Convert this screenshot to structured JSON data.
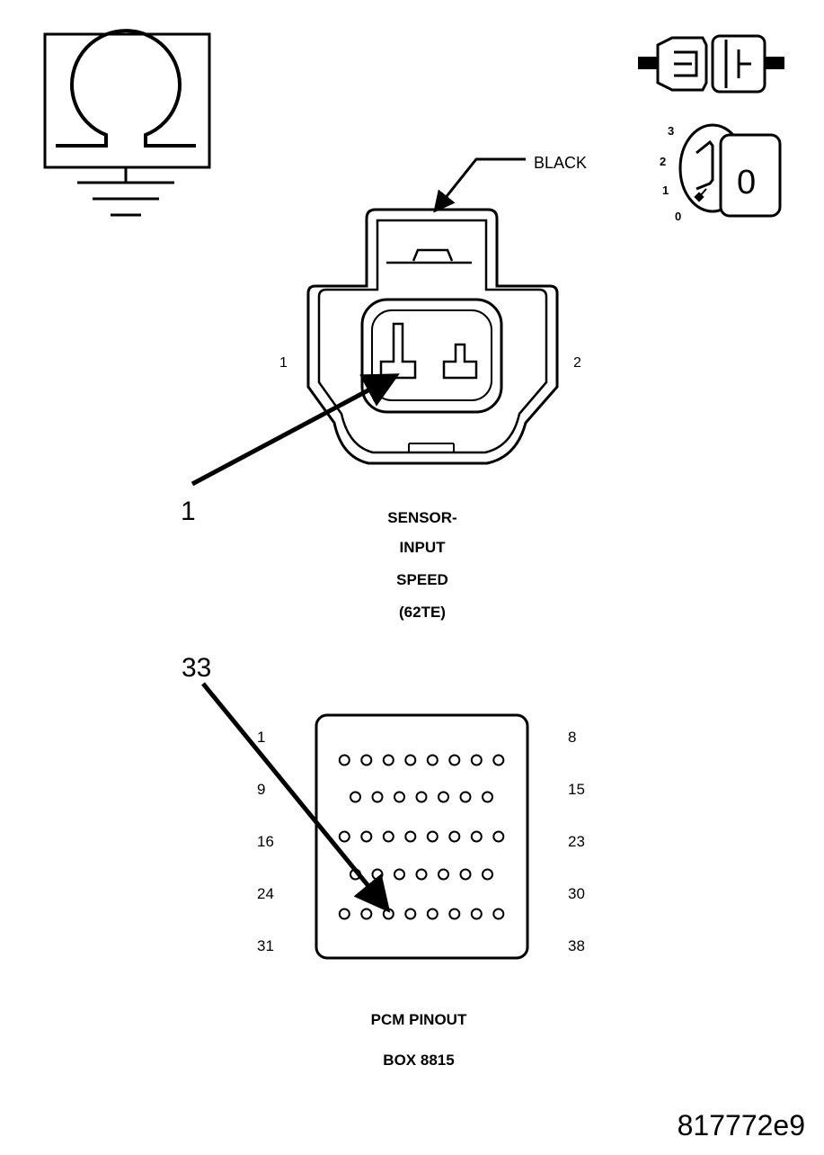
{
  "connector": {
    "color_label": "BLACK",
    "pin_left": "1",
    "pin_right": "2",
    "callout": "1",
    "name_lines": [
      "SENSOR-",
      "INPUT",
      "SPEED",
      "(62TE)"
    ]
  },
  "ignition": {
    "positions": [
      "3",
      "2",
      "1",
      "0"
    ],
    "key_glyph": "0"
  },
  "pcm": {
    "callout": "33",
    "row_start_labels": [
      "1",
      "9",
      "16",
      "24",
      "31"
    ],
    "row_end_labels": [
      "8",
      "15",
      "23",
      "30",
      "38"
    ],
    "row_pin_counts": [
      8,
      7,
      8,
      7,
      8
    ],
    "highlight_pin": 33,
    "title_lines": [
      "PCM PINOUT",
      "BOX 8815"
    ]
  },
  "figure_id": "817772e9",
  "icons": {
    "ohmmeter": "ohmmeter-ground-icon",
    "connector_unplug": "disconnect-connector-icon",
    "ignition_key": "ignition-key-icon"
  }
}
